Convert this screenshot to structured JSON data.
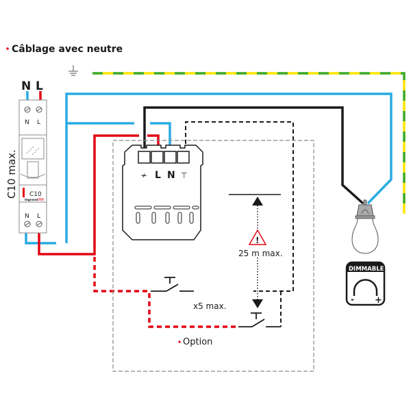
{
  "title": "Câblage avec neutre",
  "colors": {
    "neutral": "#29abe2",
    "phase": "#e30613",
    "switched": "#1a1a1a",
    "earth_green": "#3aaa35",
    "earth_yellow": "#ffe500",
    "accent_bullet": "#e30613",
    "enclosure_dash": "#8a8a8a",
    "warning": "#e30613"
  },
  "breaker": {
    "top_labels": {
      "n": "N",
      "l": "L"
    },
    "terminal_top": {
      "n": "N",
      "l": "L"
    },
    "terminal_bottom": {
      "n": "N",
      "l": "L"
    },
    "rating_side": "C10 max.",
    "rating_face": "C10",
    "brand": "legrand"
  },
  "dimmer": {
    "terminals": [
      {
        "id": "switched-out",
        "symbol": "≁"
      },
      {
        "id": "phase",
        "symbol": "L"
      },
      {
        "id": "neutral",
        "symbol": "N"
      },
      {
        "id": "aux-pushbutton",
        "symbol": "⊤"
      }
    ]
  },
  "distance": {
    "label": "25 m max.",
    "warning_symbol": "!"
  },
  "pushbuttons": {
    "count_label": "x5 max."
  },
  "option": {
    "label": "Option"
  },
  "lamp": {
    "badge_label": "DIMMABLE",
    "minus": "-",
    "plus": "+"
  }
}
